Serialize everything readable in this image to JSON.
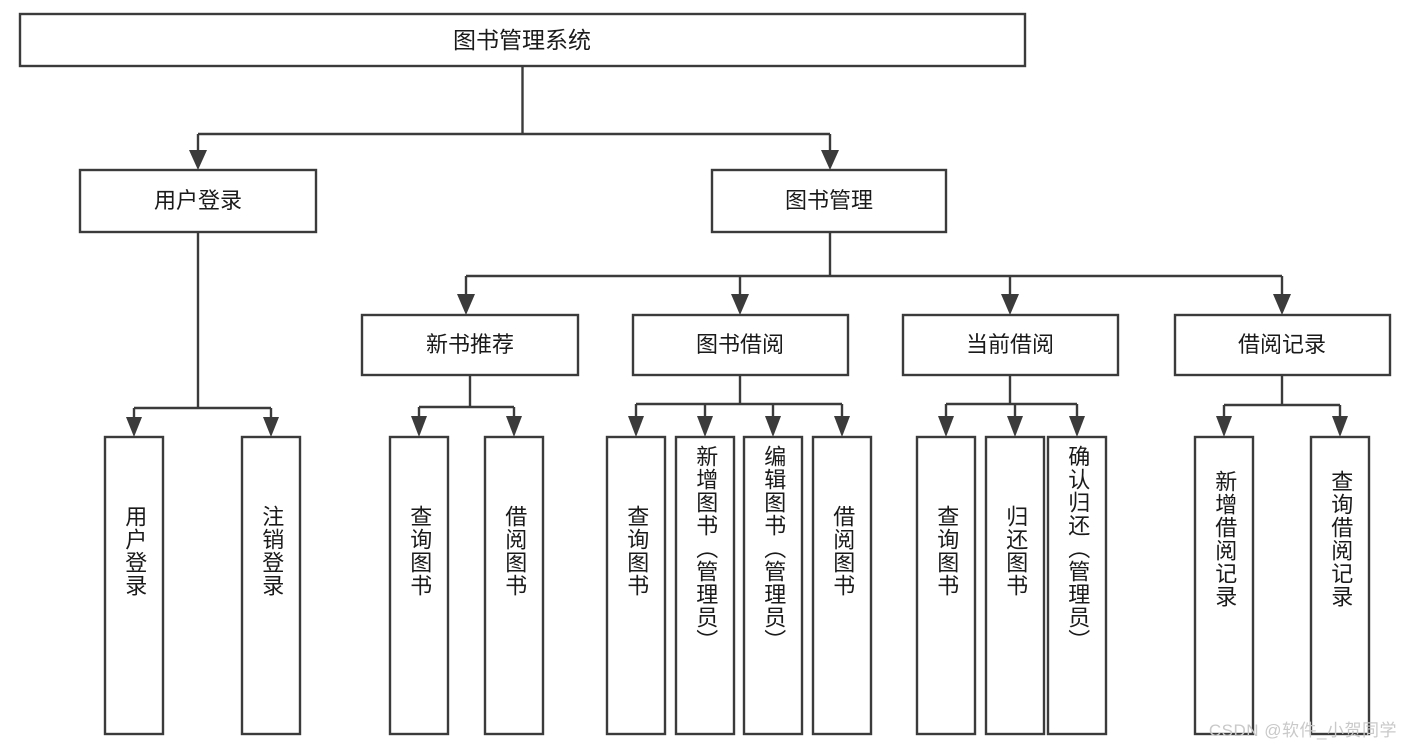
{
  "diagram": {
    "type": "tree",
    "title": "图书管理系统",
    "watermark": "CSDN @软件_小贺同学",
    "colors": {
      "box_stroke": "#3b3b3b",
      "box_fill": "#ffffff",
      "text": "#1a1a1a",
      "watermark": "#c9c9c9",
      "background": "#ffffff"
    },
    "root": {
      "label": "图书管理系统"
    },
    "level2": [
      {
        "label": "用户登录"
      },
      {
        "label": "图书管理"
      }
    ],
    "level3": [
      {
        "label": "新书推荐"
      },
      {
        "label": "图书借阅"
      },
      {
        "label": "当前借阅"
      },
      {
        "label": "借阅记录"
      }
    ],
    "leaves": {
      "user_login": [
        {
          "label": "用户登录"
        },
        {
          "label": "注销登录"
        }
      ],
      "new_book": [
        {
          "label": "查询图书"
        },
        {
          "label": "借阅图书"
        }
      ],
      "book_borrow": [
        {
          "label": "查询图书"
        },
        {
          "label": "新增图书（管理员）"
        },
        {
          "label": "编辑图书（管理员）"
        },
        {
          "label": "借阅图书"
        }
      ],
      "current_borrow": [
        {
          "label": "查询图书"
        },
        {
          "label": "归还图书"
        },
        {
          "label": "确认归还（管理员）"
        }
      ],
      "borrow_record": [
        {
          "label": "新增借阅记录"
        },
        {
          "label": "查询借阅记录"
        }
      ]
    }
  }
}
